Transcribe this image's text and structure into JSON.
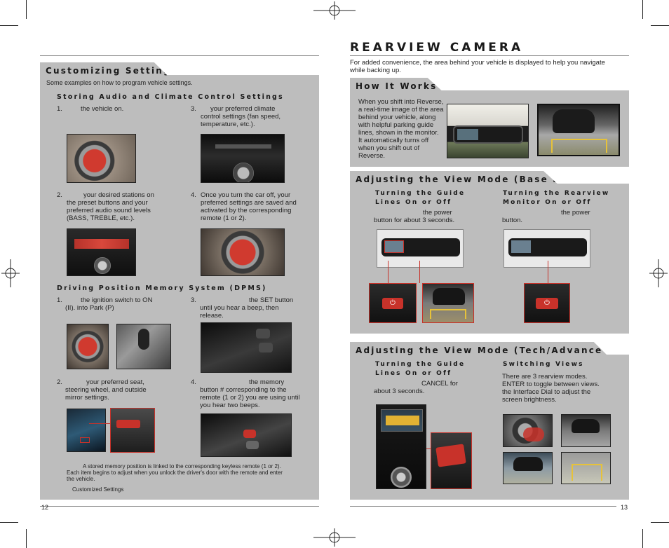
{
  "left_page": {
    "section_title": "Customizing Settings",
    "intro": "Some examples on how to program vehicle settings.",
    "audio_climate": {
      "heading": "Storing Audio and Climate Control Settings",
      "steps": [
        {
          "num": "1.",
          "text": "the vehicle on."
        },
        {
          "num": "2.",
          "text": "your desired stations on the preset buttons and your preferred audio sound levels (BASS, TREBLE, etc.)."
        },
        {
          "num": "3.",
          "text": "your preferred climate control settings (fan speed, temperature, etc.)."
        },
        {
          "num": "4.",
          "text": "Once you turn the car off, your preferred settings are saved and activated by the corresponding remote (1 or 2)."
        }
      ]
    },
    "dpms": {
      "heading": "Driving Position Memory System (DPMS)",
      "steps": [
        {
          "num": "1.",
          "text": "the ignition switch to ON (II).         into Park (P)"
        },
        {
          "num": "2.",
          "text": "your preferred seat, steering wheel, and outside mirror settings."
        },
        {
          "num": "3.",
          "text": "the SET button until you hear a beep, then release."
        },
        {
          "num": "4.",
          "text": "the memory button #  corresponding to the remote (1 or 2) you are using until you hear two beeps."
        }
      ],
      "note": "A stored memory position is linked to the corresponding keyless remote (1 or 2). Each item begins to adjust when you unlock the driver's door with the remote and enter the vehicle.",
      "reference": "Customized Settings"
    },
    "page_number": "12"
  },
  "right_page": {
    "title": "REARVIEW CAMERA",
    "intro": "For added convenience, the area behind your vehicle is displayed to help you navigate while backing up.",
    "how_it_works": {
      "heading": "How It Works",
      "text": "When you shift into Reverse, a real-time image of the area behind your vehicle, along with helpful parking guide lines, shown in the monitor. It automatically turns off when you shift out of Reverse."
    },
    "base_model": {
      "heading": "Adjusting the View Mode (Base Model)",
      "guide_lines": {
        "title": "Turning the Guide Lines On or Off",
        "text": "the power button for about 3 seconds."
      },
      "monitor": {
        "title": "Turning the Rearview Monitor On or Off",
        "text": "the power button."
      }
    },
    "tech_model": {
      "heading": "Adjusting the View Mode (Tech/Advance Package)",
      "guide_lines": {
        "title": "Turning the Guide Lines On or Off",
        "text": "CANCEL for about 3 seconds."
      },
      "switching": {
        "title": "Switching Views",
        "text": "There are 3 rearview modes.         ENTER to toggle between views.         the Interface Dial to adjust the screen brightness."
      }
    },
    "page_number": "13"
  },
  "colors": {
    "panel_gray": "#bdbdbd",
    "accent_red": "#c8322a",
    "photo_dark": "#1e1e1e"
  }
}
